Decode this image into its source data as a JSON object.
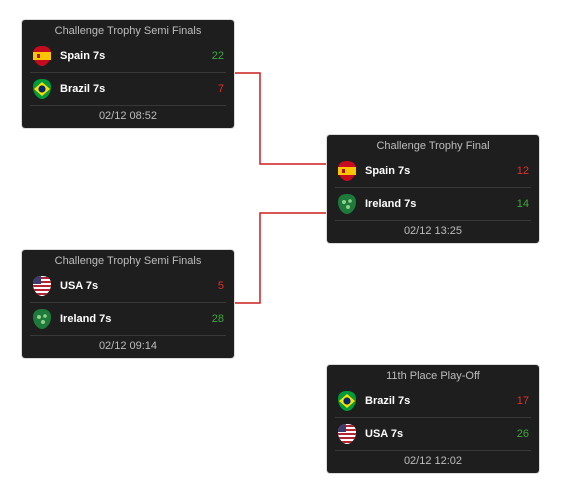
{
  "matches": [
    {
      "title": "Challenge Trophy Semi Finals",
      "time": "02/12 08:52",
      "teams": [
        {
          "name": "Spain 7s",
          "score": "22",
          "flag": "spain-flag-icon",
          "result": "win"
        },
        {
          "name": "Brazil 7s",
          "score": "7",
          "flag": "brazil-flag-icon",
          "result": "lose"
        }
      ]
    },
    {
      "title": "Challenge Trophy Final",
      "time": "02/12 13:25",
      "teams": [
        {
          "name": "Spain 7s",
          "score": "12",
          "flag": "spain-flag-icon",
          "result": "lose"
        },
        {
          "name": "Ireland 7s",
          "score": "14",
          "flag": "ireland-flag-icon",
          "result": "win"
        }
      ]
    },
    {
      "title": "Challenge Trophy Semi Finals",
      "time": "02/12 09:14",
      "teams": [
        {
          "name": "USA 7s",
          "score": "5",
          "flag": "usa-flag-icon",
          "result": "lose"
        },
        {
          "name": "Ireland 7s",
          "score": "28",
          "flag": "ireland-flag-icon",
          "result": "win"
        }
      ]
    },
    {
      "title": "11th Place Play-Off",
      "time": "02/12 12:02",
      "teams": [
        {
          "name": "Brazil 7s",
          "score": "17",
          "flag": "brazil-flag-icon",
          "result": "lose"
        },
        {
          "name": "USA 7s",
          "score": "26",
          "flag": "usa-flag-icon",
          "result": "win"
        }
      ]
    }
  ],
  "colors": {
    "card_bg": "#1e1e1e",
    "win": "#3fa63f",
    "lose": "#e0302b",
    "connector": "#cc1f1f"
  }
}
